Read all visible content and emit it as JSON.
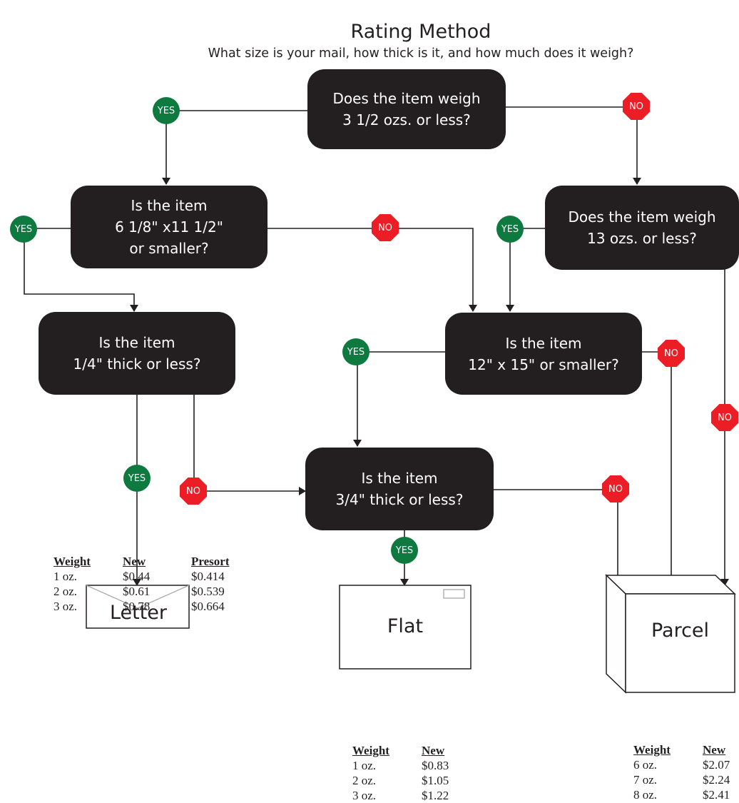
{
  "header": {
    "title": "Rating Method",
    "subtitle": "What size is your mail, how thick is it, and how much does it weigh?"
  },
  "colors": {
    "box": "#231f20",
    "yes": "#0e7a3f",
    "no": "#ec1d24",
    "line": "#231f20"
  },
  "questions": {
    "q_weight_35": {
      "line1": "Does the item weigh",
      "line2": "3 1/2 ozs. or less?"
    },
    "q_size_letter": {
      "line1": "Is the item",
      "line2": "6 1/8\" x11 1/2\"",
      "line3": "or smaller?"
    },
    "q_weight_13": {
      "line1": "Does the item weigh",
      "line2": "13 ozs. or less?"
    },
    "q_thick_quarter": {
      "line1": "Is the item",
      "line2": "1/4\" thick or less?"
    },
    "q_size_flat": {
      "line1": "Is the item",
      "line2": "12\" x 15\" or smaller?"
    },
    "q_thick_threequarter": {
      "line1": "Is the item",
      "line2": "3/4\" thick or less?"
    }
  },
  "labels": {
    "yes": "YES",
    "no": "NO"
  },
  "outcomes": {
    "letter": "Letter",
    "flat": "Flat",
    "parcel": "Parcel"
  },
  "icons": {
    "letter": "envelope-icon",
    "flat": "flat-envelope-icon",
    "parcel": "box-icon"
  },
  "tables": {
    "letter": {
      "headers": [
        "Weight",
        "New",
        "Presort"
      ],
      "rows": [
        [
          "1 oz.",
          "$0.44",
          "$0.414"
        ],
        [
          "2 oz.",
          "$0.61",
          "$0.539"
        ],
        [
          "3 oz.",
          "$0.78",
          "$0.664"
        ]
      ]
    },
    "flat": {
      "headers": [
        "Weight",
        "New"
      ],
      "rows": [
        [
          "1 oz.",
          "$0.83"
        ],
        [
          "2 oz.",
          "$1.05"
        ],
        [
          "3 oz.",
          "$1.22"
        ]
      ]
    },
    "parcel": {
      "headers": [
        "Weight",
        "New"
      ],
      "rows": [
        [
          "6 oz.",
          "$2.07"
        ],
        [
          "7 oz.",
          "$2.24"
        ],
        [
          "8 oz.",
          "$2.41"
        ]
      ]
    }
  }
}
